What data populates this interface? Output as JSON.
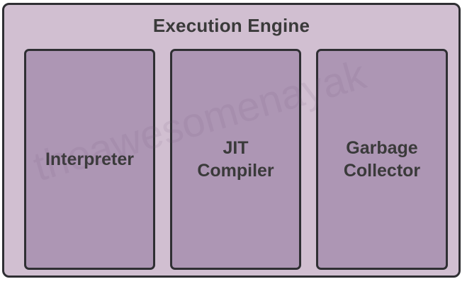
{
  "diagram": {
    "title": "Execution Engine",
    "components": [
      {
        "lines": [
          "Interpreter"
        ]
      },
      {
        "lines": [
          "JIT",
          "Compiler"
        ]
      },
      {
        "lines": [
          "Garbage",
          "Collector"
        ]
      }
    ],
    "watermark": "theawesomenayak"
  },
  "colors": {
    "outer_fill": "#d1bfd1",
    "inner_fill": "#ad96b4",
    "border": "#2f2f33",
    "text": "#3a3a3a"
  }
}
